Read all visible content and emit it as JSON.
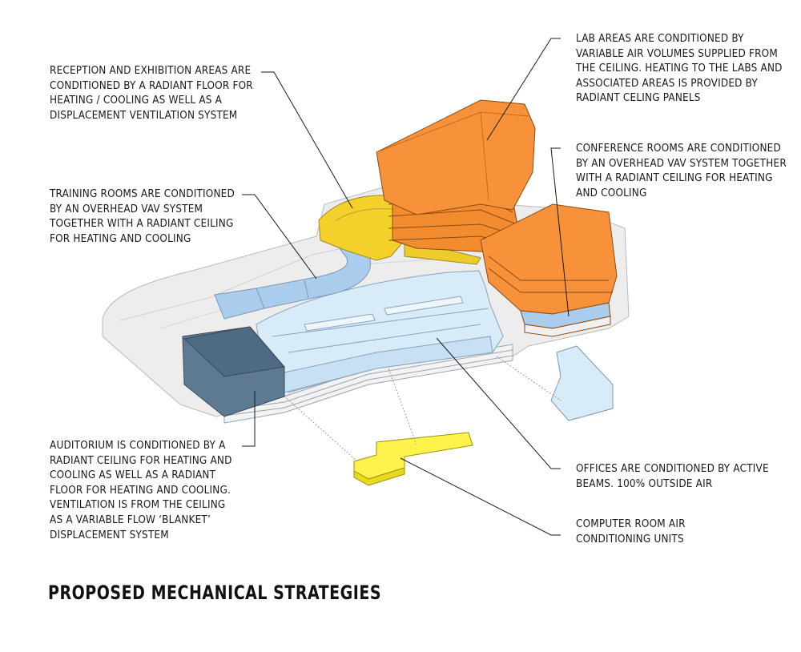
{
  "title": "PROPOSED MECHANICAL STRATEGIES",
  "colors": {
    "lab": "#f7923a",
    "lab_dark": "#e57a1f",
    "reception": "#f3d12a",
    "training": "#aacdee",
    "offices": "#d6e9f8",
    "auditorium": "#5e7a93",
    "computer_room": "#fff24a",
    "site": "#ececec",
    "leader": "#1a1a1a"
  },
  "annotations": {
    "reception": "RECEPTION AND EXHIBITION AREAS ARE\nCONDITIONED BY A RADIANT FLOOR FOR\nHEATING / COOLING AS WELL AS A\nDISPLACEMENT VENTILATION SYSTEM",
    "training": "TRAINING ROOMS ARE CONDITIONED\nBY AN OVERHEAD VAV SYSTEM\nTOGETHER WITH A RADIANT CEILING\nFOR HEATING AND COOLING",
    "auditorium": "AUDITORIUM IS CONDITIONED BY A\nRADIANT CEILING FOR HEATING AND\nCOOLING AS WELL AS A RADIANT\nFLOOR FOR HEATING AND COOLING.\nVENTILATION IS FROM THE CEILING\nAS A VARIABLE FLOW ‘BLANKET’\nDISPLACEMENT SYSTEM",
    "lab": "LAB AREAS ARE CONDITIONED BY\nVARIABLE AIR VOLUMES SUPPLIED FROM\nTHE CEILING. HEATING TO THE LABS AND\nASSOCIATED AREAS IS PROVIDED BY\nRADIANT CELING PANELS",
    "conference": "CONFERENCE ROOMS ARE CONDITIONED\nBY AN OVERHEAD VAV SYSTEM TOGETHER\nWITH A RADIANT CEILING FOR HEATING\nAND COOLING",
    "offices": "OFFICES ARE CONDITIONED BY ACTIVE\nBEAMS. 100% OUTSIDE AIR",
    "computer_room": "COMPUTER ROOM AIR\nCONDITIONING UNITS"
  }
}
